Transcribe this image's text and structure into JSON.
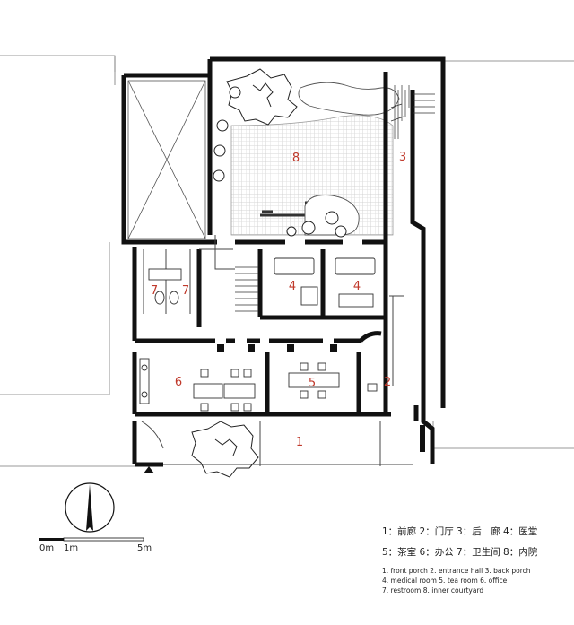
{
  "colors": {
    "wall": "#111111",
    "room_number": "#c0392b",
    "courtyard_grid": "#c9c9c9",
    "thin_line": "#444444"
  },
  "rooms": [
    {
      "id": "r8",
      "num": "8"
    },
    {
      "id": "r3",
      "num": "3"
    },
    {
      "id": "r7a",
      "num": "7"
    },
    {
      "id": "r7b",
      "num": "7"
    },
    {
      "id": "r4a",
      "num": "4"
    },
    {
      "id": "r4b",
      "num": "4"
    },
    {
      "id": "r6",
      "num": "6"
    },
    {
      "id": "r5",
      "num": "5"
    },
    {
      "id": "r2",
      "num": "2"
    },
    {
      "id": "r1",
      "num": "1"
    }
  ],
  "scale_bar": {
    "labels": [
      "0m",
      "1m",
      "5m"
    ]
  },
  "north_arrow": {
    "icon": "north-arrow-icon"
  },
  "legend": {
    "cn_line1": "1：前廊 2：门厅 3：后　廊 4：医堂",
    "cn_line2": "5：茶室 6：办公 7：卫生间 8：内院",
    "en_line1": "1. front porch 2. entrance hall 3. back porch",
    "en_line2": "4. medical room 5. tea room 6. office",
    "en_line3": "7. restroom 8. inner courtyard"
  }
}
